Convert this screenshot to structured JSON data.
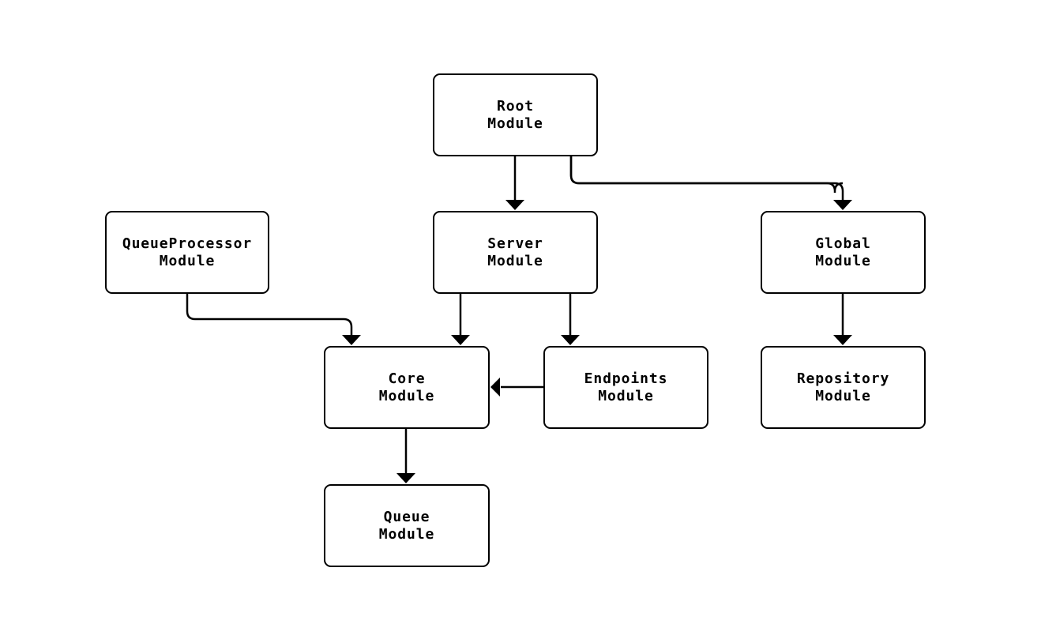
{
  "diagram": {
    "type": "flowchart",
    "colors": {
      "background": "#ffffff",
      "node_fill": "#ffffff",
      "node_stroke": "#000000",
      "edge_stroke": "#000000",
      "text": "#000000"
    },
    "nodes": {
      "root": {
        "label": "Root\nModule"
      },
      "queueprocessor": {
        "label": "QueueProcessor\nModule"
      },
      "server": {
        "label": "Server\nModule"
      },
      "global": {
        "label": "Global\nModule"
      },
      "core": {
        "label": "Core\nModule"
      },
      "endpoints": {
        "label": "Endpoints\nModule"
      },
      "repository": {
        "label": "Repository\nModule"
      },
      "queue": {
        "label": "Queue\nModule"
      }
    },
    "edges": [
      {
        "from": "Root Module",
        "to": "Server Module"
      },
      {
        "from": "Root Module",
        "to": "Global Module"
      },
      {
        "from": "QueueProcessor Module",
        "to": "Core Module"
      },
      {
        "from": "Server Module",
        "to": "Core Module"
      },
      {
        "from": "Server Module",
        "to": "Endpoints Module"
      },
      {
        "from": "Endpoints Module",
        "to": "Core Module"
      },
      {
        "from": "Global Module",
        "to": "Repository Module"
      },
      {
        "from": "Core Module",
        "to": "Queue Module"
      }
    ]
  }
}
